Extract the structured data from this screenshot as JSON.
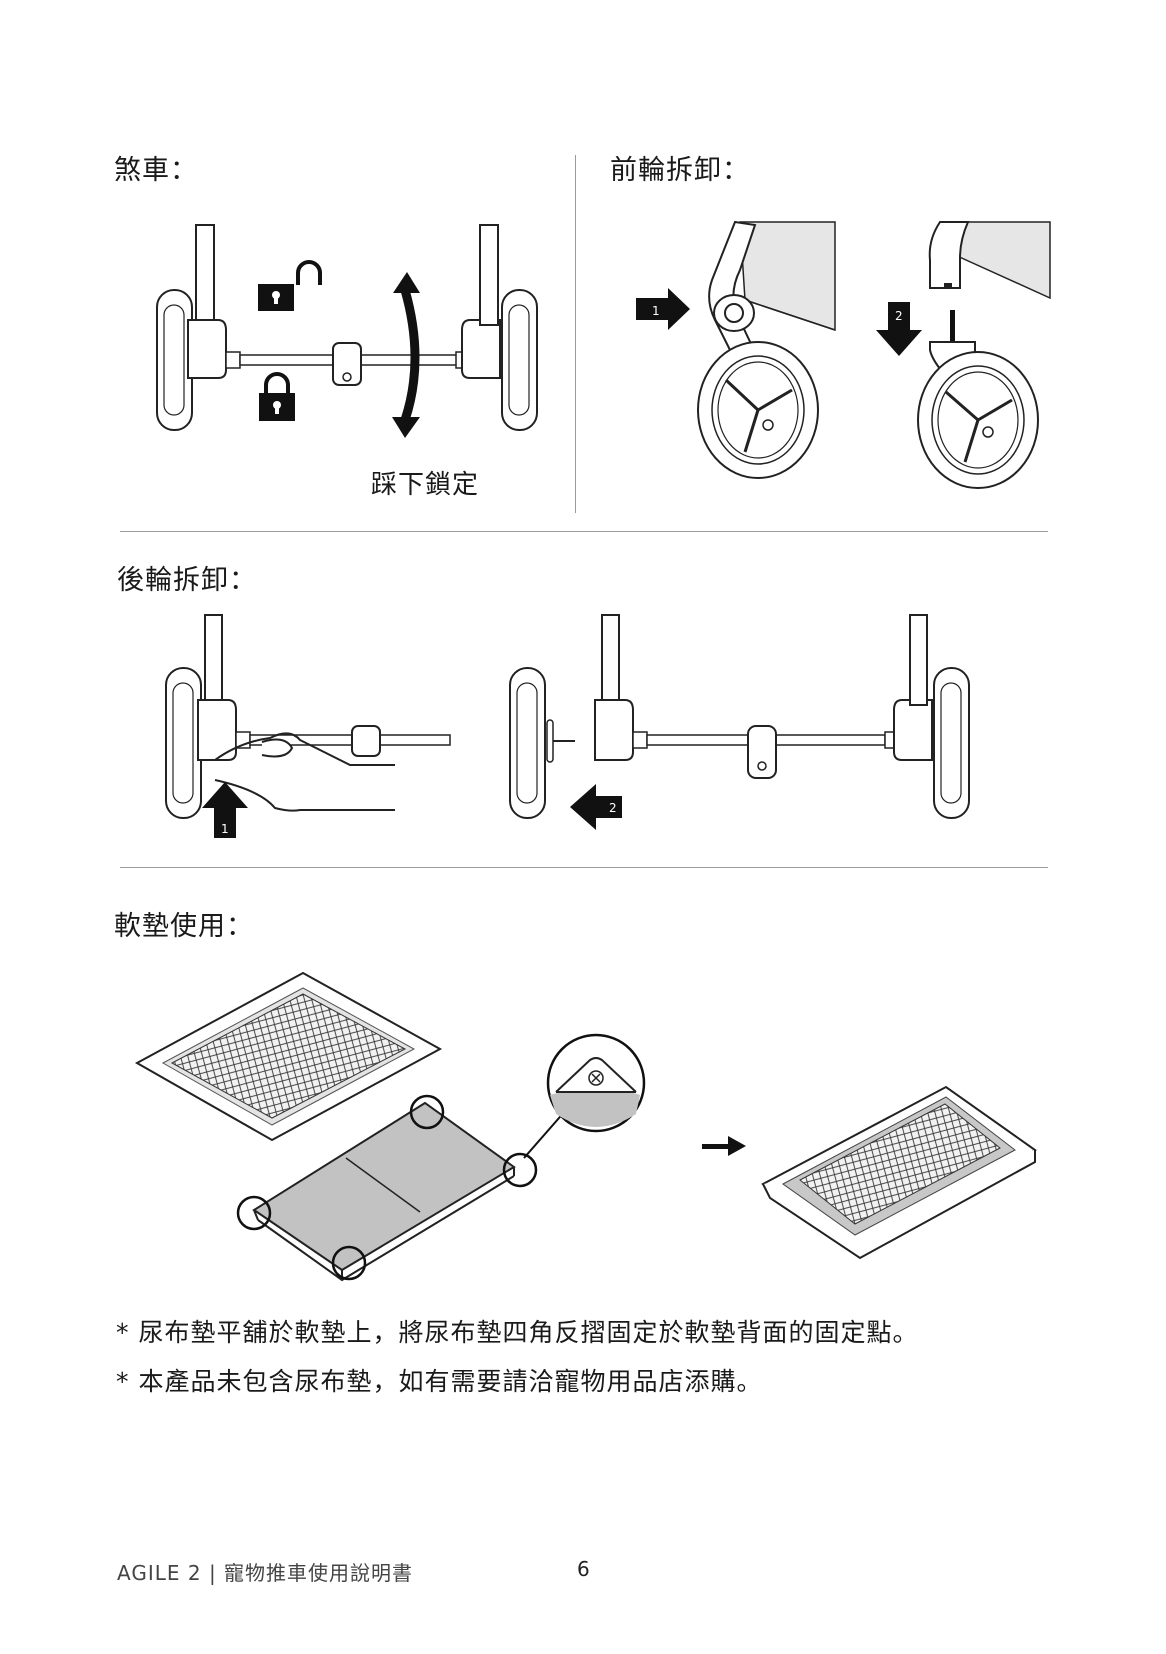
{
  "sections": {
    "brake": {
      "heading": "煞車：",
      "caption": "踩下鎖定"
    },
    "front_wheel": {
      "heading": "前輪拆卸：",
      "step1": "1",
      "step2": "2"
    },
    "rear_wheel": {
      "heading": "後輪拆卸：",
      "step1": "1",
      "step2": "2"
    },
    "cushion": {
      "heading": "軟墊使用："
    }
  },
  "notes": [
    "* 尿布墊平舖於軟墊上，將尿布墊四角反摺固定於軟墊背面的固定點。",
    "* 本產品未包含尿布墊，如有需要請洽寵物用品店添購。"
  ],
  "footer": {
    "title": "AGILE 2 | 寵物推車使用說明書",
    "page": "6"
  },
  "icons": [
    "unlock-icon",
    "lock-icon",
    "double-arrow-icon",
    "arrow-right-icon",
    "arrow-down-icon",
    "arrow-up-icon",
    "arrow-left-icon"
  ]
}
